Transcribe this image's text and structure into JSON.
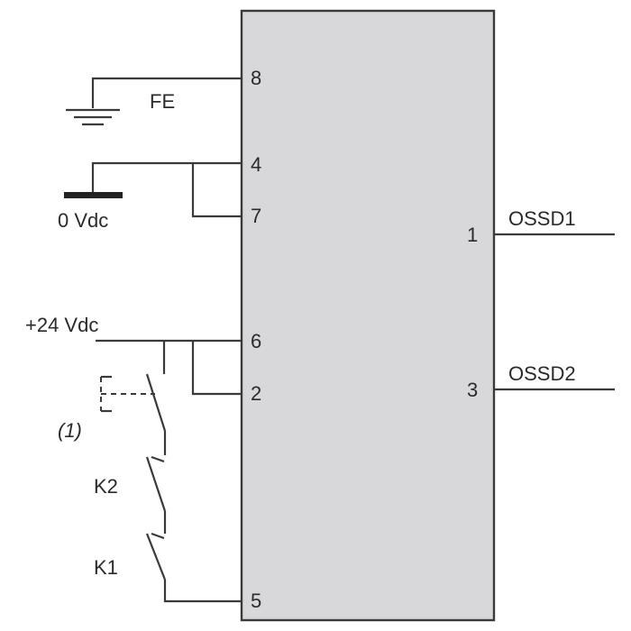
{
  "colors": {
    "module_fill": "#d8d8da",
    "wire": "#3a3a3a",
    "text": "#2a2a2a",
    "background": "#ffffff"
  },
  "module": {
    "pins": {
      "p8": "8",
      "p4": "4",
      "p7": "7",
      "p6": "6",
      "p2": "2",
      "p5": "5",
      "p1": "1",
      "p3": "3"
    }
  },
  "labels": {
    "fe": "FE",
    "zero_vdc": "0 Vdc",
    "plus24_vdc": "+24 Vdc",
    "note": "(1)",
    "k2": "K2",
    "k1": "K1",
    "ossd1": "OSSD1",
    "ossd2": "OSSD2"
  },
  "icons": {
    "earth": "earth-ground-icon",
    "ground": "ground-bar-icon",
    "switch": "contact-switch-icon"
  }
}
